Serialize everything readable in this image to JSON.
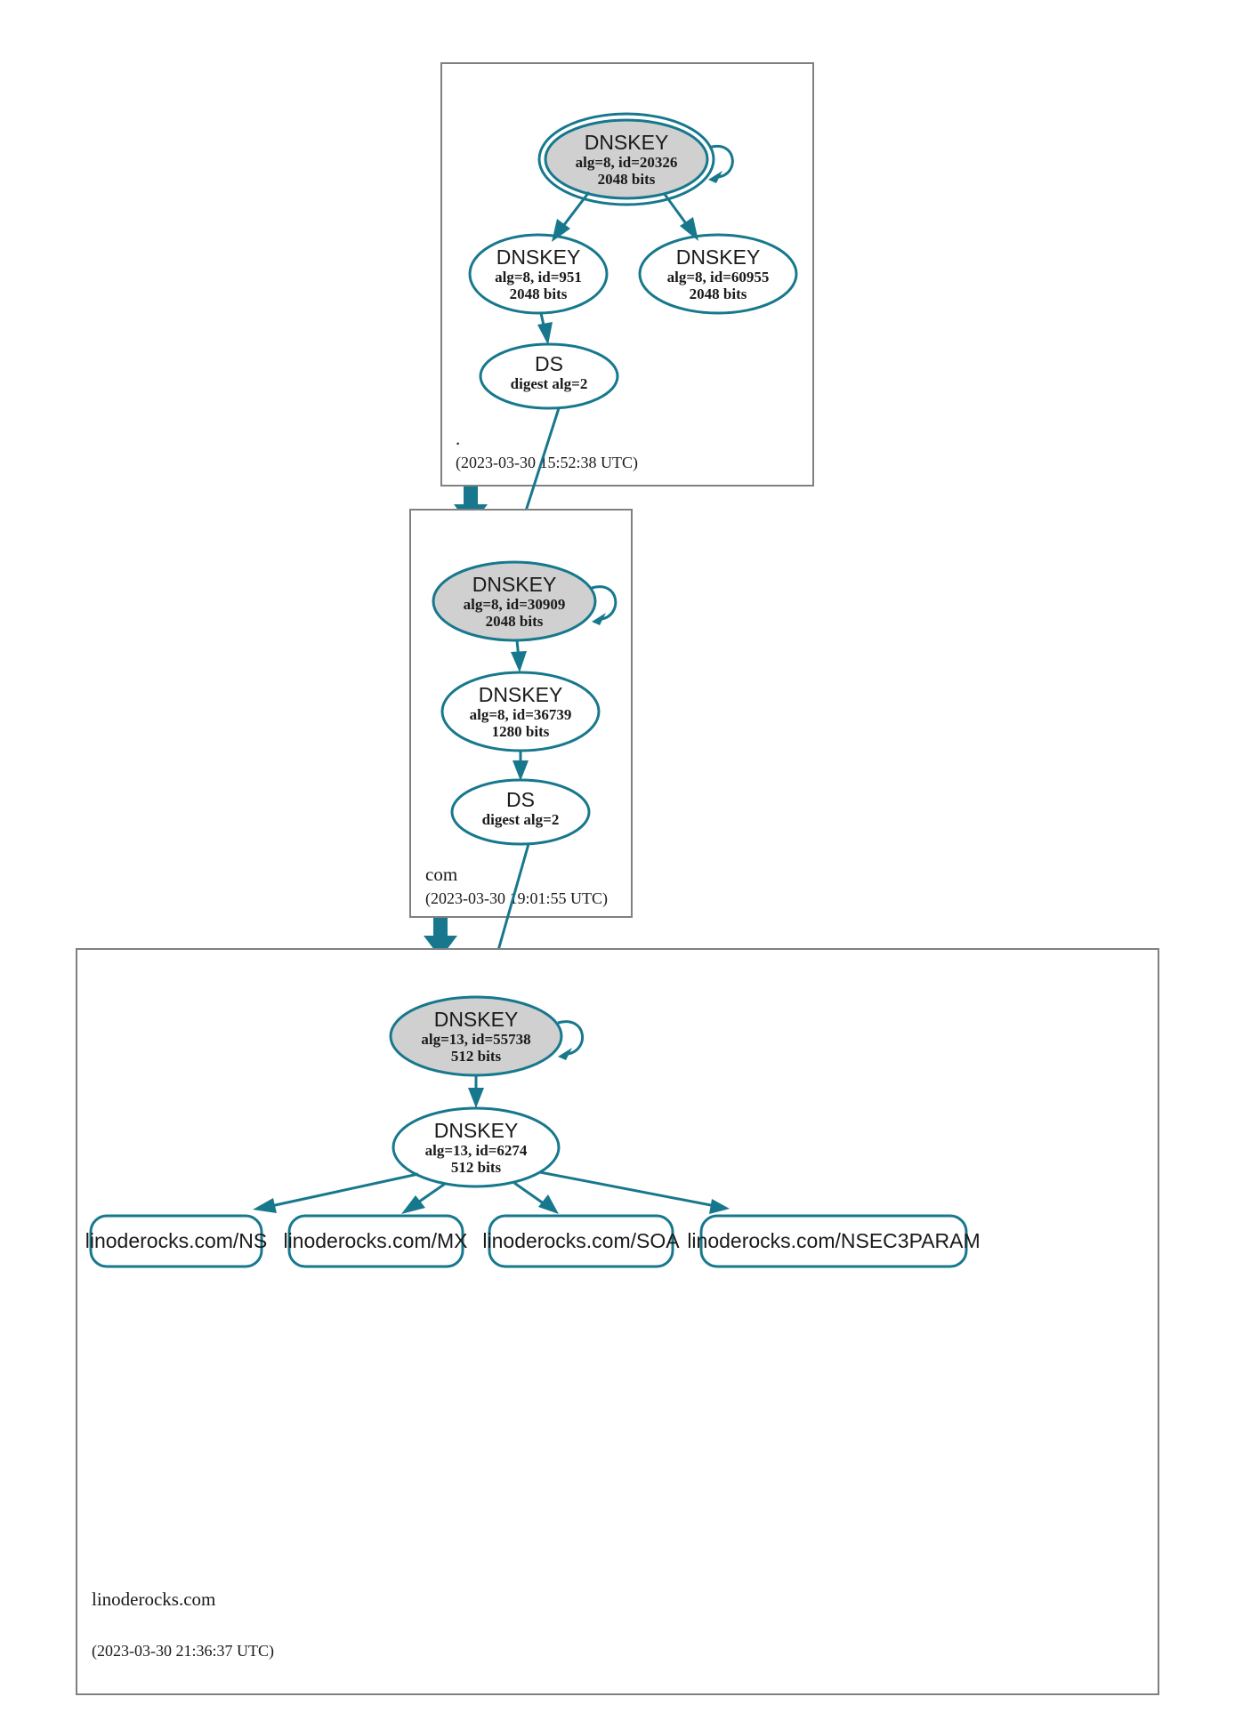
{
  "diagram": {
    "kind": "dnssec-chain-of-trust",
    "colors": {
      "accent": "#17788d",
      "zone_border": "#808080",
      "sep_fill": "#d0d0d0",
      "node_fill": "#ffffff",
      "text": "#1a1a1a",
      "background": "#ffffff"
    }
  },
  "zones": [
    {
      "id": "root",
      "label": ".",
      "timestamp": "(2023-03-30 15:52:38 UTC)",
      "nodes": [
        {
          "id": "root-ksk",
          "type": "DNSKEY",
          "title": "DNSKEY",
          "line2": "alg=8, id=20326",
          "line3": "2048 bits",
          "sep": true,
          "trust_anchor": true,
          "self_signed": true
        },
        {
          "id": "root-zsk1",
          "type": "DNSKEY",
          "title": "DNSKEY",
          "line2": "alg=8, id=951",
          "line3": "2048 bits",
          "sep": false,
          "trust_anchor": false,
          "self_signed": false
        },
        {
          "id": "root-zsk2",
          "type": "DNSKEY",
          "title": "DNSKEY",
          "line2": "alg=8, id=60955",
          "line3": "2048 bits",
          "sep": false,
          "trust_anchor": false,
          "self_signed": false
        },
        {
          "id": "root-ds",
          "type": "DS",
          "title": "DS",
          "line2": "digest alg=2",
          "line3": "",
          "sep": false,
          "trust_anchor": false,
          "self_signed": false
        }
      ]
    },
    {
      "id": "com",
      "label": "com",
      "timestamp": "(2023-03-30 19:01:55 UTC)",
      "nodes": [
        {
          "id": "com-ksk",
          "type": "DNSKEY",
          "title": "DNSKEY",
          "line2": "alg=8, id=30909",
          "line3": "2048 bits",
          "sep": true,
          "trust_anchor": false,
          "self_signed": true
        },
        {
          "id": "com-zsk",
          "type": "DNSKEY",
          "title": "DNSKEY",
          "line2": "alg=8, id=36739",
          "line3": "1280 bits",
          "sep": false,
          "trust_anchor": false,
          "self_signed": false
        },
        {
          "id": "com-ds",
          "type": "DS",
          "title": "DS",
          "line2": "digest alg=2",
          "line3": "",
          "sep": false,
          "trust_anchor": false,
          "self_signed": false
        }
      ]
    },
    {
      "id": "linoderocks",
      "label": "linoderocks.com",
      "timestamp": "(2023-03-30 21:36:37 UTC)",
      "nodes": [
        {
          "id": "lr-ksk",
          "type": "DNSKEY",
          "title": "DNSKEY",
          "line2": "alg=13, id=55738",
          "line3": "512 bits",
          "sep": true,
          "trust_anchor": false,
          "self_signed": true
        },
        {
          "id": "lr-zsk",
          "type": "DNSKEY",
          "title": "DNSKEY",
          "line2": "alg=13, id=6274",
          "line3": "512 bits",
          "sep": false,
          "trust_anchor": false,
          "self_signed": false
        }
      ],
      "rrsets": [
        {
          "id": "rr-ns",
          "label": "linoderocks.com/NS"
        },
        {
          "id": "rr-mx",
          "label": "linoderocks.com/MX"
        },
        {
          "id": "rr-soa",
          "label": "linoderocks.com/SOA"
        },
        {
          "id": "rr-nsec3param",
          "label": "linoderocks.com/NSEC3PARAM"
        }
      ]
    }
  ],
  "edges": [
    {
      "from": "root-ksk",
      "to": "root-ksk",
      "kind": "self-sign"
    },
    {
      "from": "root-ksk",
      "to": "root-zsk1",
      "kind": "sign"
    },
    {
      "from": "root-ksk",
      "to": "root-zsk2",
      "kind": "sign"
    },
    {
      "from": "root-zsk1",
      "to": "root-ds",
      "kind": "sign"
    },
    {
      "from": "root-ds",
      "to": "com-ksk",
      "kind": "delegation"
    },
    {
      "from": "com-ksk",
      "to": "com-ksk",
      "kind": "self-sign"
    },
    {
      "from": "com-ksk",
      "to": "com-zsk",
      "kind": "sign"
    },
    {
      "from": "com-zsk",
      "to": "com-ds",
      "kind": "sign"
    },
    {
      "from": "com-ds",
      "to": "lr-ksk",
      "kind": "delegation"
    },
    {
      "from": "lr-ksk",
      "to": "lr-ksk",
      "kind": "self-sign"
    },
    {
      "from": "lr-ksk",
      "to": "lr-zsk",
      "kind": "sign"
    },
    {
      "from": "lr-zsk",
      "to": "rr-ns",
      "kind": "sign"
    },
    {
      "from": "lr-zsk",
      "to": "rr-mx",
      "kind": "sign"
    },
    {
      "from": "lr-zsk",
      "to": "rr-soa",
      "kind": "sign"
    },
    {
      "from": "lr-zsk",
      "to": "rr-nsec3param",
      "kind": "sign"
    }
  ]
}
